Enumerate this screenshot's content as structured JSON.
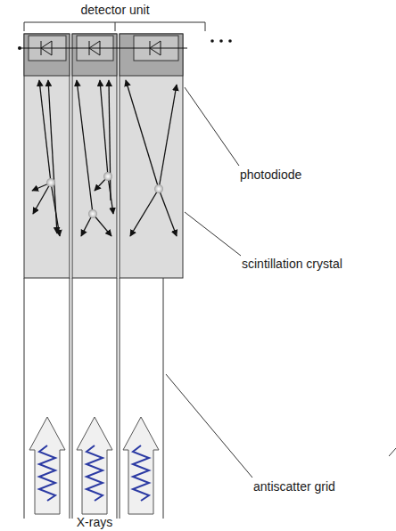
{
  "diagram": {
    "labels": [
      "detector unit",
      "photodiode",
      "scintillation crystal",
      "antiscatter grid",
      "X-rays"
    ]
  }
}
